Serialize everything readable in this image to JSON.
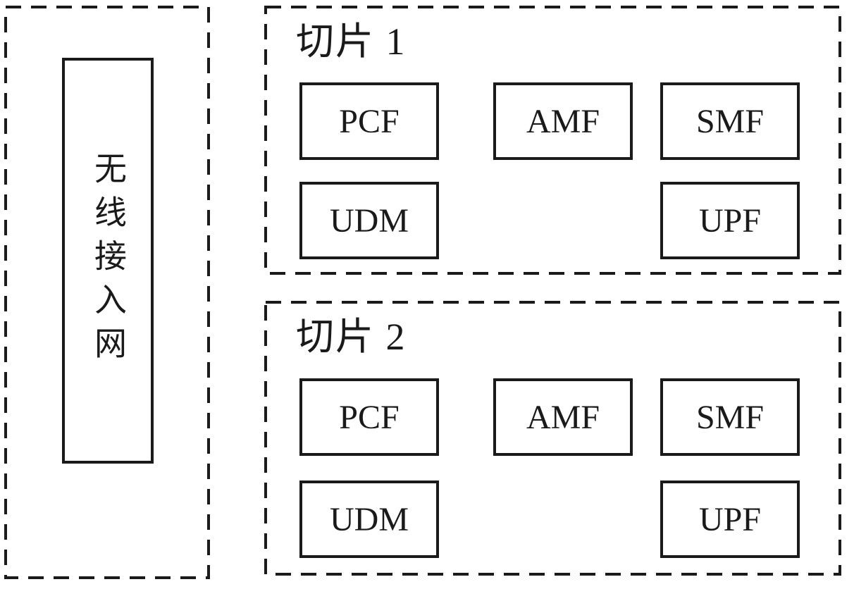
{
  "colors": {
    "line": "#1a1a1a",
    "background": "#ffffff"
  },
  "ran": {
    "label": "无线接入网"
  },
  "slices": [
    {
      "title": "切片 1",
      "nodes": {
        "pcf": "PCF",
        "amf": "AMF",
        "smf": "SMF",
        "udm": "UDM",
        "upf": "UPF"
      }
    },
    {
      "title": "切片 2",
      "nodes": {
        "pcf": "PCF",
        "amf": "AMF",
        "smf": "SMF",
        "udm": "UDM",
        "upf": "UPF"
      }
    }
  ]
}
